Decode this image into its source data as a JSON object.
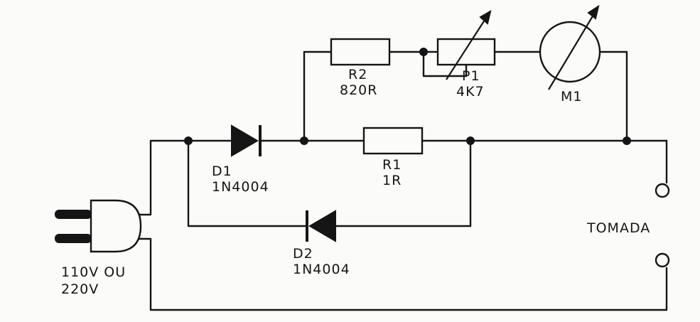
{
  "components": {
    "d1": {
      "ref": "D1",
      "value": "1N4004"
    },
    "d2": {
      "ref": "D2",
      "value": "1N4004"
    },
    "r1": {
      "ref": "R1",
      "value": "1R"
    },
    "r2": {
      "ref": "R2",
      "value": "820R"
    },
    "p1": {
      "ref": "P1",
      "value": "4K7"
    },
    "m1": {
      "ref": "M1"
    }
  },
  "supply": {
    "line1": "110V OU",
    "line2": "220V"
  },
  "outlet": {
    "label": "TOMADA"
  }
}
